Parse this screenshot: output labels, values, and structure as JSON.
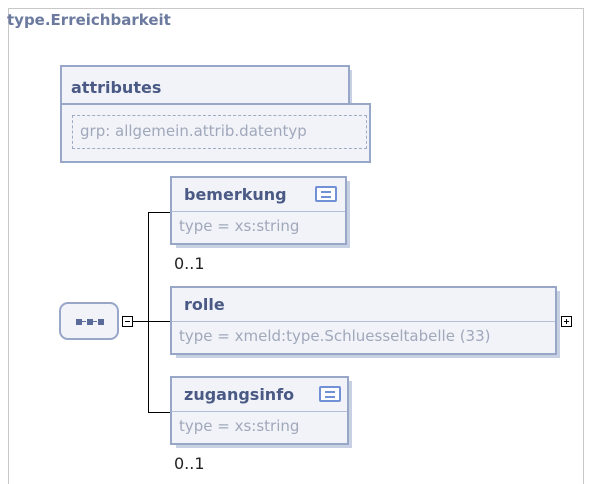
{
  "type_name": "type.Erreichbarkeit",
  "attributes": {
    "title": "attributes",
    "group": "grp: allgemein.attrib.datentyp"
  },
  "elements": [
    {
      "name": "bemerkung",
      "type": "type = xs:string",
      "occurrence": "0..1",
      "has_documentation": true
    },
    {
      "name": "rolle",
      "type": "type = xmeld:type.Schluesseltabelle (33)",
      "occurrence": "",
      "has_documentation": false,
      "expandable": true
    },
    {
      "name": "zugangsinfo",
      "type": "type = xs:string",
      "occurrence": "0..1",
      "has_documentation": true
    }
  ],
  "icons": {
    "sequence": "sequence-compositor-icon",
    "documentation": "documentation-icon",
    "collapse": "collapse-minus-icon",
    "expand": "expand-plus-icon"
  },
  "colors": {
    "box_border": "#98a6c8",
    "box_fill": "#f1f3f9",
    "title_text": "#6b7a9e",
    "element_text": "#4a5a85",
    "type_text": "#a0a8ba",
    "doc_icon": "#7190d6"
  }
}
